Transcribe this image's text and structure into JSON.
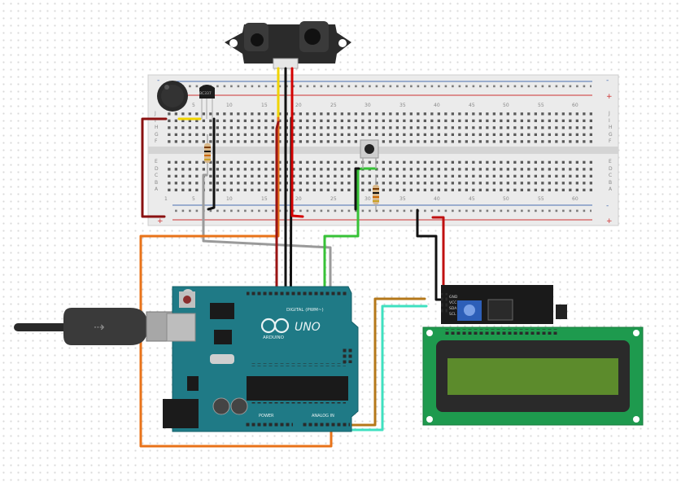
{
  "parts": {
    "transistor_label": "BC337",
    "arduino": {
      "brand": "ARDUINO",
      "model": "UNO",
      "header_digital": "DIGITAL (PWM~)",
      "header_analog": "ANALOG IN",
      "header_power": "POWER"
    },
    "i2c_module": {
      "pins": [
        "GND",
        "VCC",
        "SDA",
        "SCL"
      ]
    }
  },
  "breadboard": {
    "row_letters_top": [
      "J",
      "I",
      "H",
      "G",
      "F"
    ],
    "row_letters_bottom": [
      "E",
      "D",
      "C",
      "B",
      "A"
    ],
    "column_numbers": [
      "1",
      "5",
      "10",
      "15",
      "20",
      "25",
      "30",
      "35",
      "40",
      "45",
      "50",
      "55",
      "60"
    ],
    "rail_plus": "+",
    "rail_minus": "-"
  },
  "colors": {
    "breadboard": "#ececec",
    "arduino_board": "#1f7a86",
    "lcd_pcb": "#1e9a4e",
    "lcd_screen": "#5c8b2c",
    "wire_red": "#b00000",
    "wire_dark_red": "#8a1111",
    "wire_black": "#111111",
    "wire_orange": "#e8731a",
    "wire_yellow": "#f1d400",
    "wire_green": "#37c237",
    "wire_gray": "#9a9a9a",
    "wire_brown": "#b5781a",
    "wire_aqua": "#3fe0c0"
  }
}
